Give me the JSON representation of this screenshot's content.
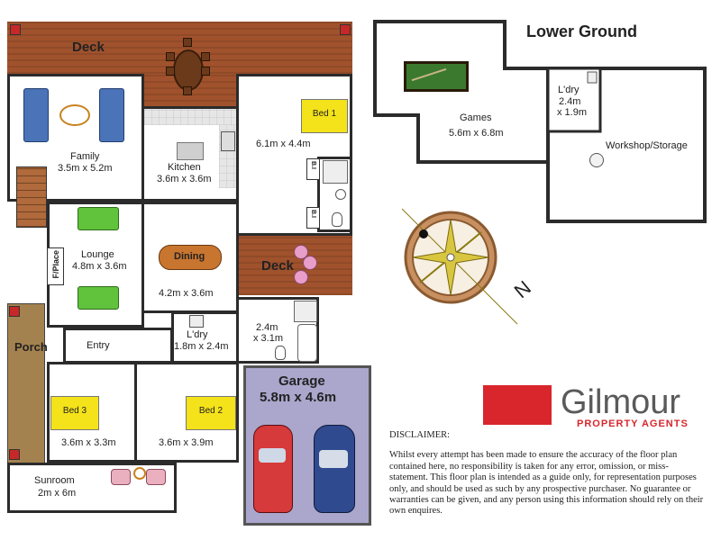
{
  "rooms": {
    "deck_top": "Deck",
    "family": "Family",
    "family_dim": "3.5m x 5.2m",
    "kitchen": "Kitchen",
    "kitchen_dim": "3.6m x 3.6m",
    "bed1": "Bed 1",
    "bed1_dim": "6.1m x 4.4m",
    "lounge": "Lounge",
    "lounge_dim": "4.8m x 3.6m",
    "fplace": "F/Place",
    "dining": "Dining",
    "dining_dim": "4.2m x 3.6m",
    "deck_mid": "Deck",
    "porch": "Porch",
    "entry": "Entry",
    "ldry": "L'dry",
    "ldry_dim": "1.8m x 2.4m",
    "bath_dim_1": "2.4m",
    "bath_dim_2": "x 3.1m",
    "bed3": "Bed 3",
    "bed3_dim": "3.6m x 3.3m",
    "bed2": "Bed 2",
    "bed2_dim": "3.6m x 3.9m",
    "sunroom": "Sunroom",
    "sunroom_dim": "2m x 6m",
    "garage": "Garage",
    "garage_dim": "5.8m x 4.6m",
    "bi_1": "B.I",
    "bi_2": "B.I"
  },
  "lower_ground": {
    "title": "Lower Ground",
    "games": "Games",
    "games_dim": "5.6m x 6.8m",
    "ldry": "L'dry",
    "ldry_dim_1": "2.4m",
    "ldry_dim_2": "x 1.9m",
    "workshop": "Workshop/Storage"
  },
  "compass": {
    "north": "N"
  },
  "brand": {
    "name": "Gilmour",
    "tagline": "PROPERTY AGENTS",
    "color": "#d8262c"
  },
  "disclaimer": {
    "heading": "DISCLAIMER:",
    "body": "Whilst every attempt has been made to ensure the accuracy of the floor plan contained here, no responsibility is taken for any error, omission, or miss-statement. This floor plan is intended as a guide only, for representation purposes only, and should be used as such by any prospective purchaser. No guarantee or warranties can be given, and any person using this information should rely on their own enquires."
  },
  "colors": {
    "deck": "#a0522d",
    "porch": "#a4824f",
    "garage": "#aaa6cc",
    "bed": "#f4e21a",
    "pool_table": "#3b7a2e",
    "wall": "#2b2b2b"
  }
}
